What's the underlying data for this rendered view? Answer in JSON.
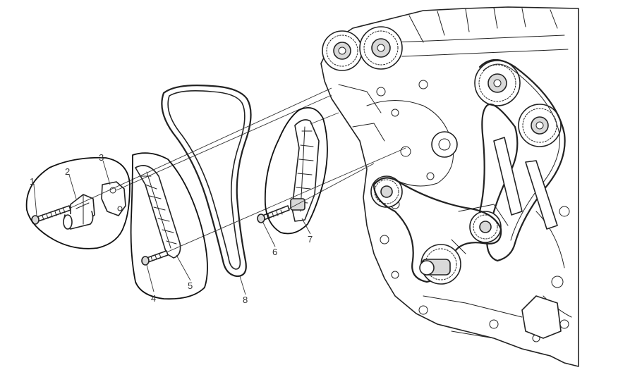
{
  "callouts": {
    "c1": "1",
    "c2": "2",
    "c3": "3",
    "c4": "4",
    "c5": "5",
    "c6": "6",
    "c7": "7",
    "c8": "8"
  },
  "colors": {
    "ink": "#222222",
    "background": "#ffffff",
    "hand_circle": "#111111"
  }
}
